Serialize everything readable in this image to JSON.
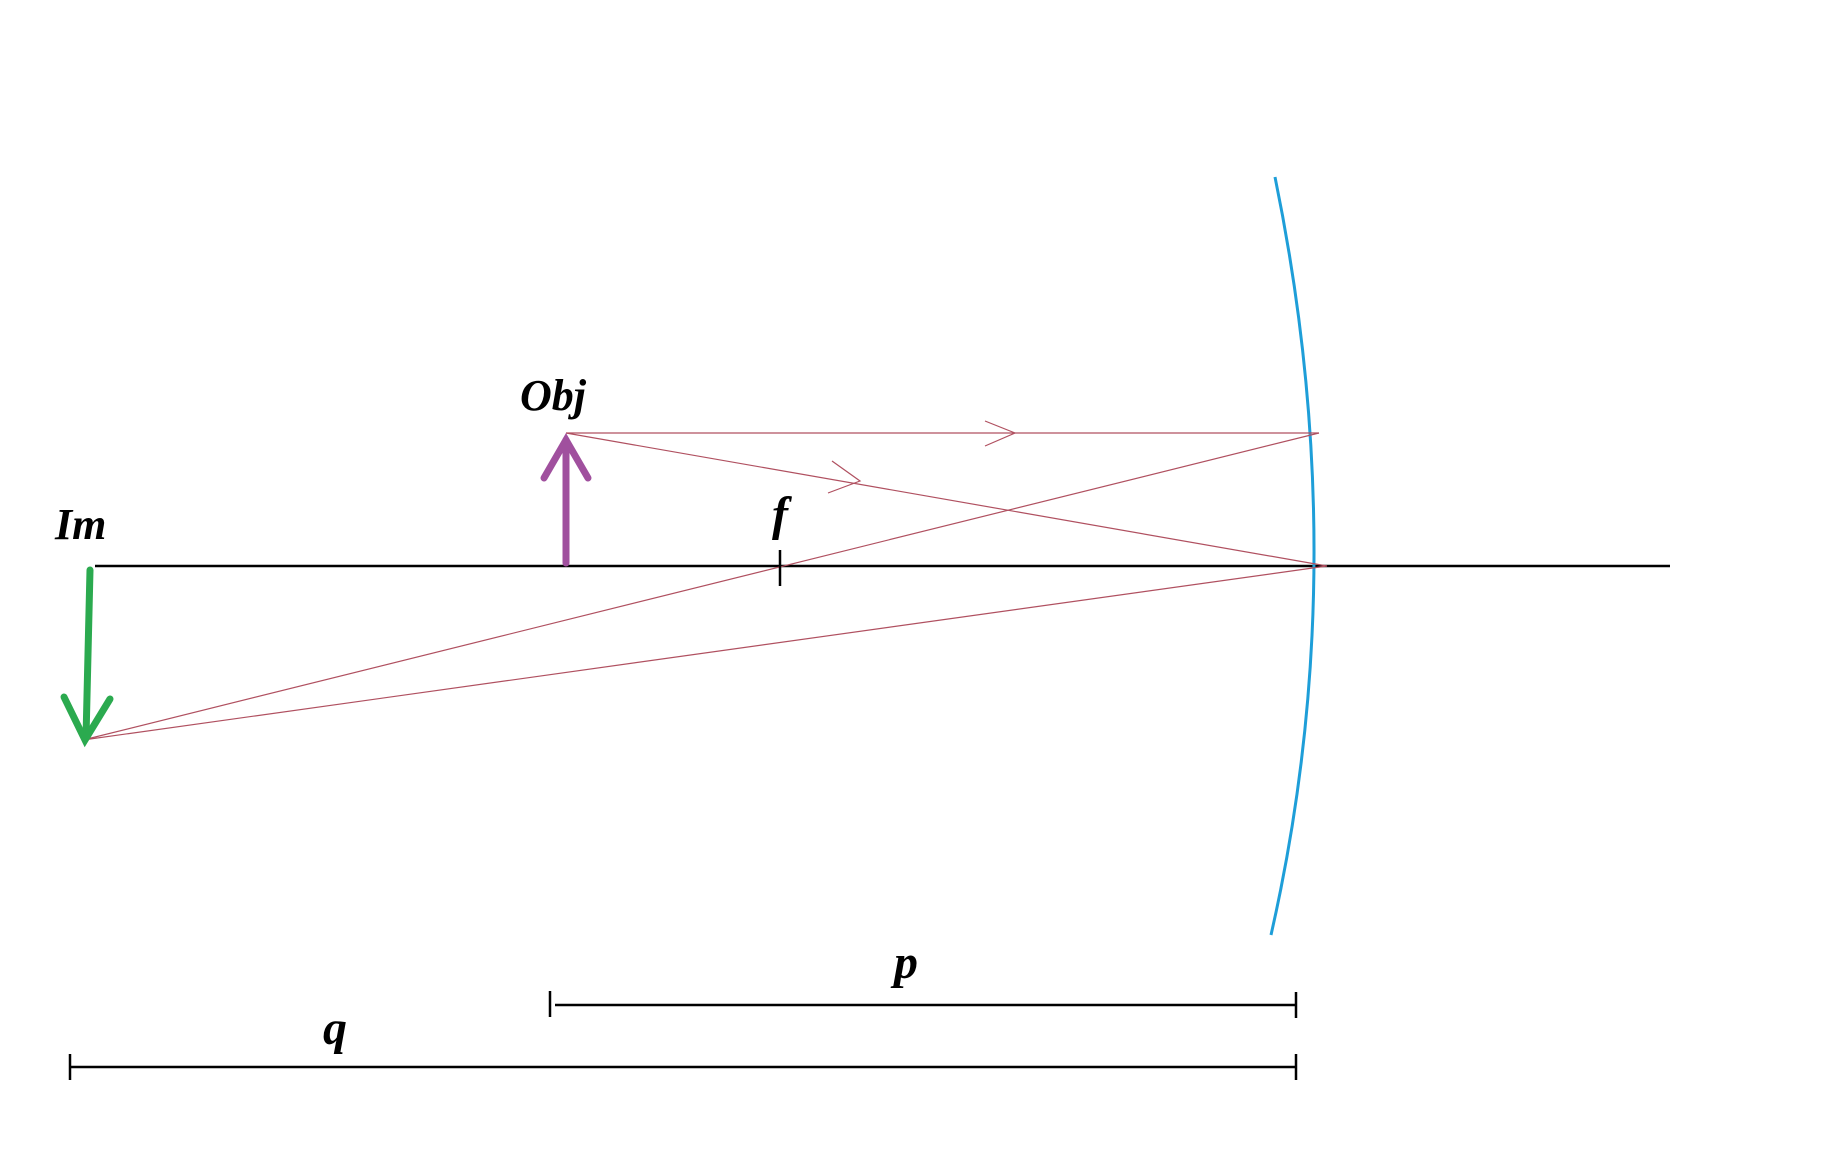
{
  "labels": {
    "image": "Im",
    "object": "Obj",
    "focal": "f",
    "object_distance": "p",
    "image_distance": "q"
  },
  "colors": {
    "axis": "#000000",
    "mirror": "#1E9ED8",
    "rays": "#B05060",
    "object_arrow": "#A0509E",
    "image_arrow": "#2BAA4F"
  }
}
